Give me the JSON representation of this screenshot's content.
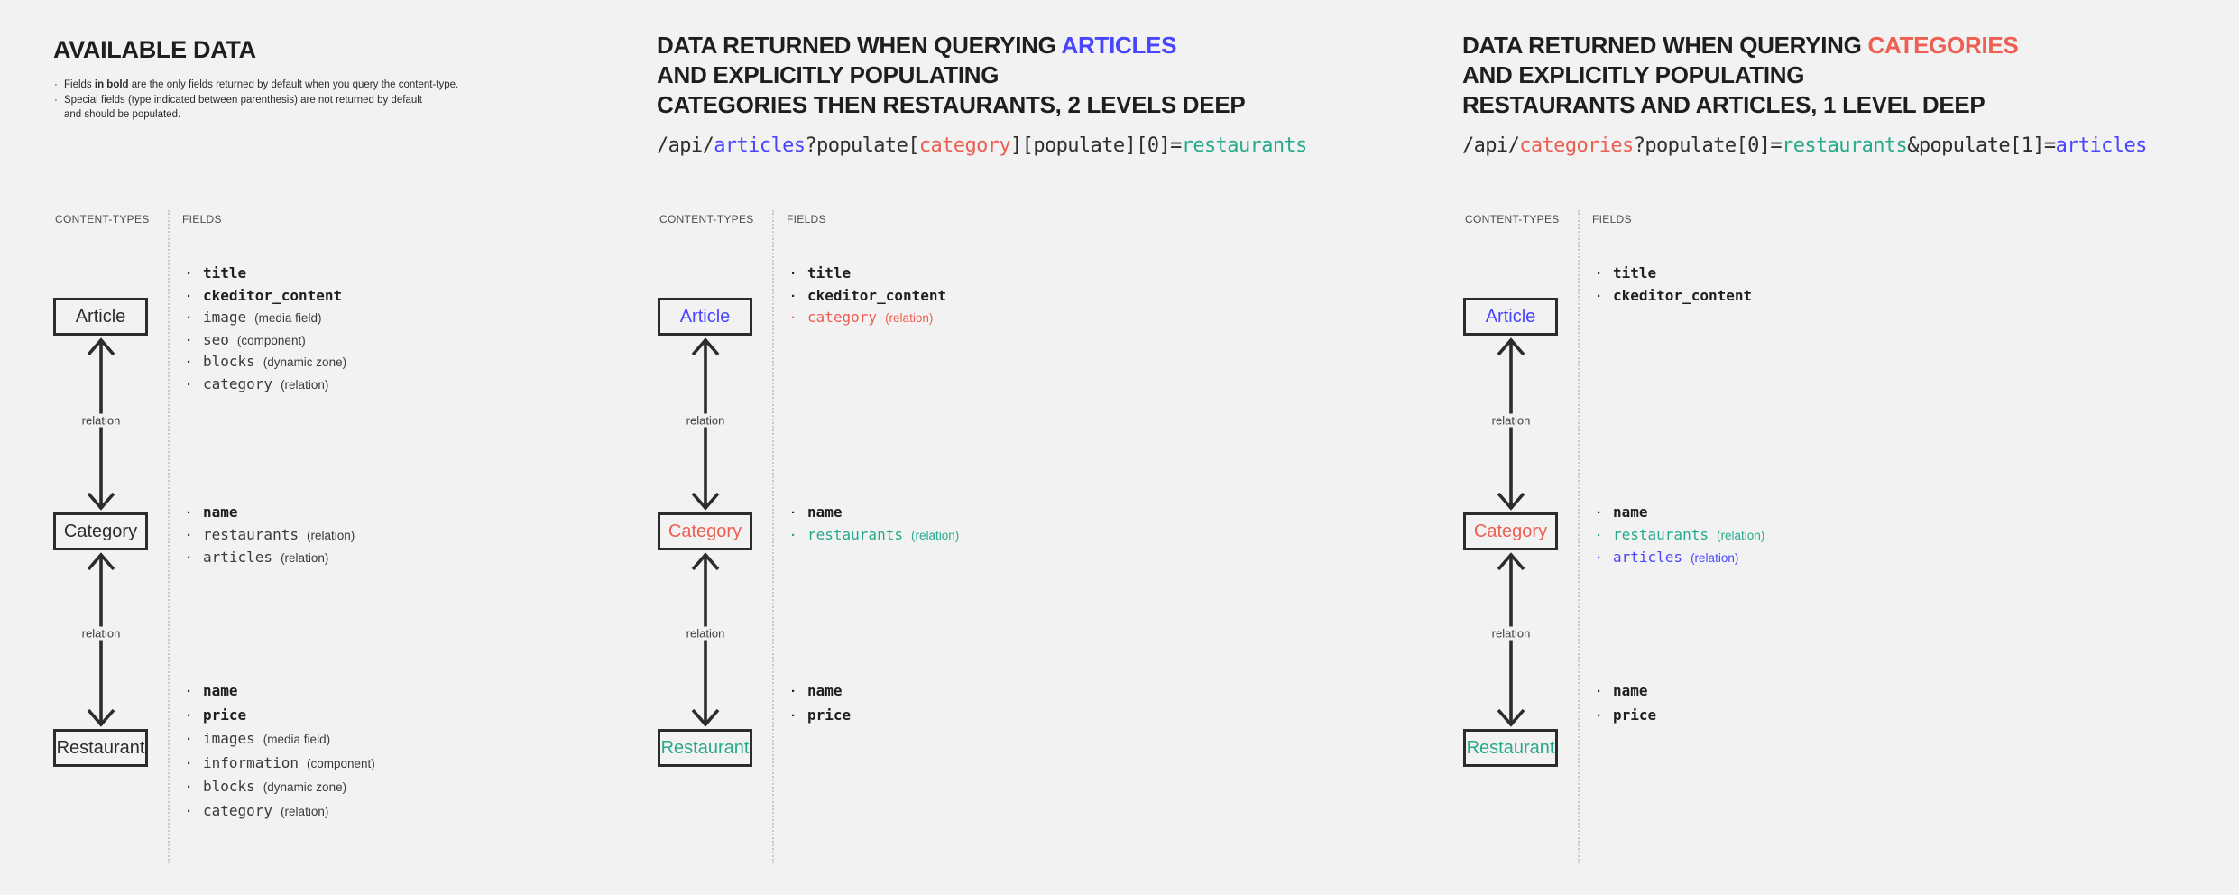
{
  "colors": {
    "background": "#f2f2f2",
    "ink": "#1f1f1f",
    "accent_blue_articles": "#4945ff",
    "accent_red_categories": "#ee5e52",
    "accent_teal_restaurants": "#28a98c"
  },
  "shared": {
    "content_types_label": "CONTENT-TYPES",
    "fields_label": "FIELDS",
    "relation_label": "relation"
  },
  "col1": {
    "title": "AVAILABLE DATA",
    "note1_pre": "Fields ",
    "note1_bold": "in bold",
    "note1_post": " are the only fields returned by default when you query the content-type.",
    "note2_line1": "Special fields (type indicated between parenthesis) are not returned by default",
    "note2_line2": "and should be populated.",
    "article": {
      "label": "Article",
      "fields": [
        {
          "name": "title",
          "bold": true
        },
        {
          "name": "ckeditor_content",
          "bold": true
        },
        {
          "name": "image",
          "type": "(media field)"
        },
        {
          "name": "seo",
          "type": "(component)"
        },
        {
          "name": "blocks",
          "type": "(dynamic zone)"
        },
        {
          "name": "category",
          "type": "(relation)"
        }
      ]
    },
    "category": {
      "label": "Category",
      "fields": [
        {
          "name": "name",
          "bold": true
        },
        {
          "name": "restaurants",
          "type": "(relation)"
        },
        {
          "name": "articles",
          "type": "(relation)"
        }
      ]
    },
    "restaurant": {
      "label": "Restaurant",
      "fields": [
        {
          "name": "name",
          "bold": true
        },
        {
          "name": "price",
          "bold": true
        },
        {
          "name": "images",
          "type": "(media field)"
        },
        {
          "name": "information",
          "type": "(component)"
        },
        {
          "name": "blocks",
          "type": "(dynamic zone)"
        },
        {
          "name": "category",
          "type": "(relation)"
        }
      ]
    }
  },
  "col2": {
    "heading_pre": "DATA RETURNED WHEN QUERYING ",
    "heading_highlight": "ARTICLES",
    "heading_line2": "AND EXPLICITLY POPULATING",
    "heading_line3": "CATEGORIES THEN RESTAURANTS, 2 LEVELS DEEP",
    "api": {
      "seg1": "/api/",
      "seg2": "articles",
      "seg3": "?populate[",
      "seg4": "category",
      "seg5": "][populate][0]=",
      "seg6": "restaurants"
    },
    "article": {
      "label": "Article",
      "fields": [
        {
          "name": "title",
          "bold": true
        },
        {
          "name": "ckeditor_content",
          "bold": true
        },
        {
          "name": "category",
          "type": "(relation)",
          "color": "red"
        }
      ]
    },
    "category": {
      "label": "Category",
      "fields": [
        {
          "name": "name",
          "bold": true
        },
        {
          "name": "restaurants",
          "type": "(relation)",
          "color": "teal"
        }
      ]
    },
    "restaurant": {
      "label": "Restaurant",
      "fields": [
        {
          "name": "name",
          "bold": true
        },
        {
          "name": "price",
          "bold": true
        }
      ]
    }
  },
  "col3": {
    "heading_pre": "DATA RETURNED WHEN QUERYING ",
    "heading_highlight": "CATEGORIES",
    "heading_line2": "AND EXPLICITLY POPULATING",
    "heading_line3": "RESTAURANTS AND ARTICLES, 1 LEVEL DEEP",
    "api": {
      "seg1": "/api/",
      "seg2": "categories",
      "seg3": "?populate[0]=",
      "seg4": "restaurants",
      "seg5": "&populate[1]=",
      "seg6": "articles"
    },
    "article": {
      "label": "Article",
      "fields": [
        {
          "name": "title",
          "bold": true
        },
        {
          "name": "ckeditor_content",
          "bold": true
        }
      ]
    },
    "category": {
      "label": "Category",
      "fields": [
        {
          "name": "name",
          "bold": true
        },
        {
          "name": "restaurants",
          "type": "(relation)",
          "color": "teal"
        },
        {
          "name": "articles",
          "type": "(relation)",
          "color": "blue"
        }
      ]
    },
    "restaurant": {
      "label": "Restaurant",
      "fields": [
        {
          "name": "name",
          "bold": true
        },
        {
          "name": "price",
          "bold": true
        }
      ]
    }
  }
}
